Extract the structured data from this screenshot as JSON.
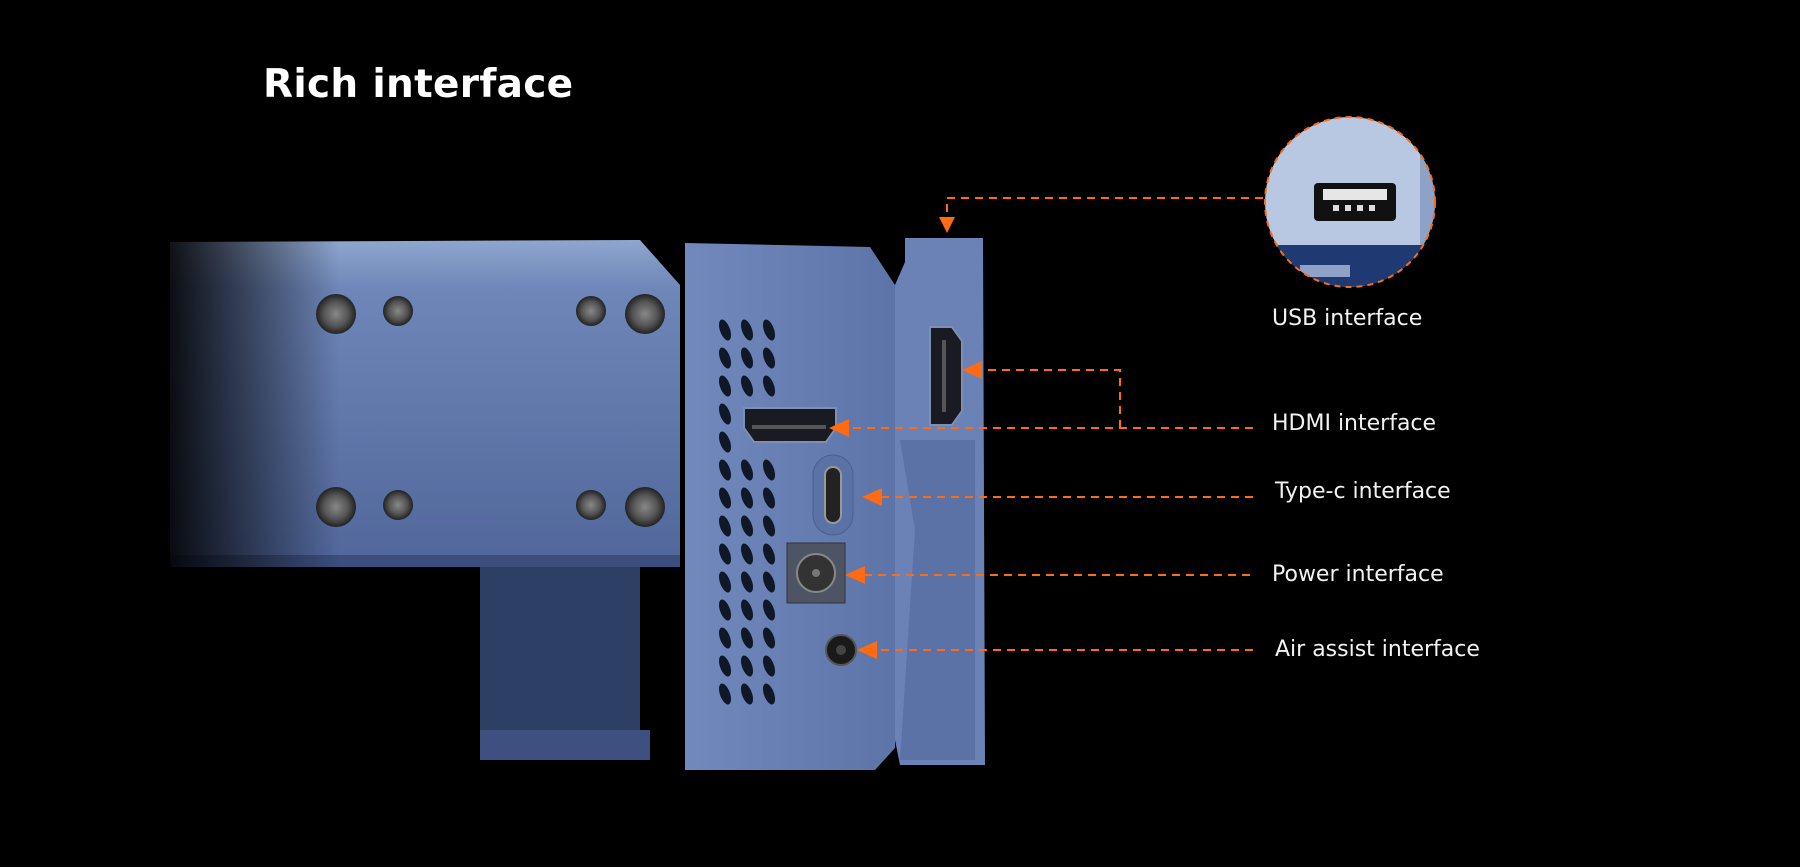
{
  "title": "Rich interface",
  "accent_color": "#ff6a13",
  "callouts": [
    {
      "label": "USB interface"
    },
    {
      "label": "HDMI interface"
    },
    {
      "label": "Type-c interface"
    },
    {
      "label": "Power interface"
    },
    {
      "label": "Air assist interface"
    }
  ]
}
